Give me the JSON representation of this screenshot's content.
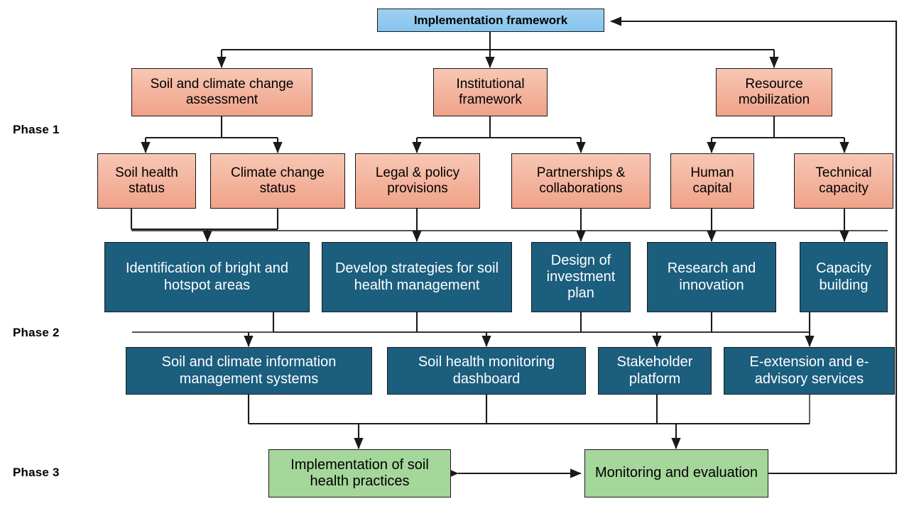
{
  "diagram": {
    "title_node": {
      "id": "implementation-framework",
      "label": "Implementation framework",
      "color": "#86c5ee"
    },
    "phase_labels": [
      {
        "id": "phase-1",
        "text": "Phase 1"
      },
      {
        "id": "phase-2",
        "text": "Phase 2"
      },
      {
        "id": "phase-3",
        "text": "Phase 3"
      }
    ],
    "palette": {
      "header": "#86c5ee",
      "phase1": "#f0a289",
      "phase2": "#1b5e7e",
      "phase3": "#a5d69a",
      "stroke": "#1a1a1a",
      "background": "#ffffff"
    },
    "nodes": {
      "p1_top": [
        {
          "id": "soil-and-climate-change-assessment",
          "label": "Soil and climate change assessment"
        },
        {
          "id": "institutional-framework",
          "label": "Institutional framework"
        },
        {
          "id": "resource-mobilization",
          "label": "Resource mobilization"
        }
      ],
      "p1_bottom": [
        {
          "id": "soil-health-status",
          "label": "Soil health status"
        },
        {
          "id": "climate-change-status",
          "label": "Climate change status"
        },
        {
          "id": "legal-and-policy-provisions",
          "label": "Legal & policy provisions"
        },
        {
          "id": "partnerships-and-collaborations",
          "label": "Partnerships & collaborations"
        },
        {
          "id": "human-capital",
          "label": "Human capital"
        },
        {
          "id": "technical-capacity",
          "label": "Technical capacity"
        }
      ],
      "p2_top": [
        {
          "id": "identification-of-bright-and-hotspot-areas",
          "label": "Identification of bright and hotspot areas"
        },
        {
          "id": "develop-strategies-for-soil-health-management",
          "label": "Develop strategies for soil health management"
        },
        {
          "id": "design-of-investment-plan",
          "label": "Design of investment plan"
        },
        {
          "id": "research-and-innovation",
          "label": "Research and innovation"
        },
        {
          "id": "capacity-building",
          "label": "Capacity building"
        }
      ],
      "p2_bottom": [
        {
          "id": "soil-and-climate-information-management-systems",
          "label": "Soil and climate information management systems"
        },
        {
          "id": "soil-health-monitoring-dashboard",
          "label": "Soil health monitoring dashboard"
        },
        {
          "id": "stakeholder-platform",
          "label": "Stakeholder platform"
        },
        {
          "id": "e-extension-and-e-advisory-services",
          "label": "E-extension and e-advisory services"
        }
      ],
      "p3": [
        {
          "id": "implementation-of-soil-health-practices",
          "label": "Implementation of soil health practices"
        },
        {
          "id": "monitoring-and-evaluation",
          "label": "Monitoring and evaluation"
        }
      ]
    }
  }
}
